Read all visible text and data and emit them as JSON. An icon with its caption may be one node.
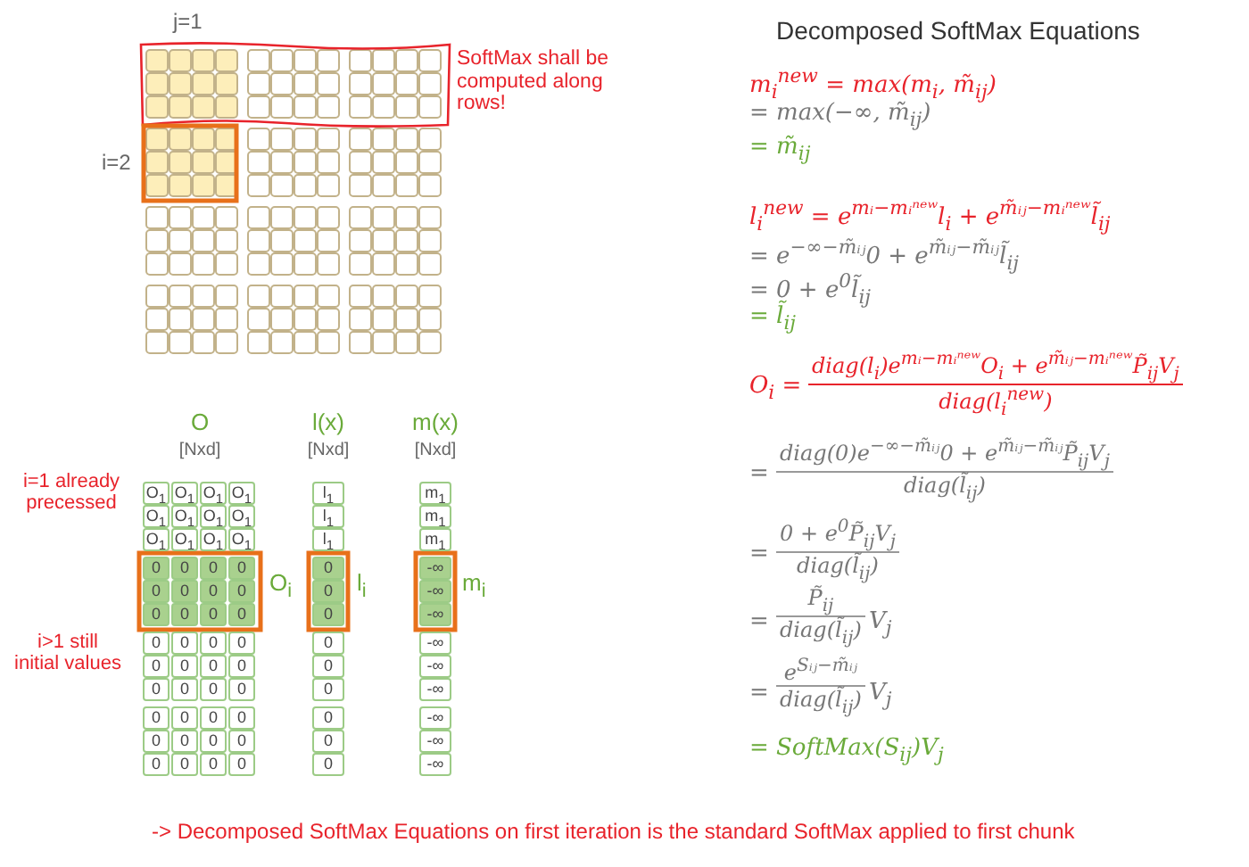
{
  "diagram": {
    "title": "Decomposed SoftMax Equations",
    "caption": "-> Decomposed SoftMax Equations on first iteration is the standard SoftMax applied to first chunk",
    "labels": [
      "j=1",
      "i=2",
      "SoftMax shall be computed along rows!",
      "O",
      "l(x)",
      "m(x)",
      "[Nxd]",
      "[Nxd]",
      "[Nxd]",
      "i=1 already precessed",
      "O$_{1}$",
      "O$_{1}$",
      "O$_{1}$",
      "O$_{1}$",
      "l$_{1}$",
      "m$_{1}$",
      "O$_{1}$",
      "O$_{1}$",
      "O$_{1}$",
      "O$_{1}$",
      "l$_{1}$",
      "m$_{1}$",
      "O$_{1}$",
      "O$_{1}$",
      "O$_{1}$",
      "O$_{1}$",
      "l$_{1}$",
      "m$_{1}$",
      "0",
      "0",
      "0",
      "0",
      "0",
      "-∞",
      "0",
      "0",
      "0",
      "0",
      "0",
      "-∞",
      "0",
      "0",
      "0",
      "0",
      "0",
      "-∞",
      "0",
      "0",
      "0",
      "0",
      "0",
      "-∞",
      "0",
      "0",
      "0",
      "0",
      "0",
      "-∞",
      "0",
      "0",
      "0",
      "0",
      "0",
      "-∞",
      "0",
      "0",
      "0",
      "0",
      "0",
      "-∞",
      "0",
      "0",
      "0",
      "0",
      "0",
      "-∞",
      "0",
      "0",
      "0",
      "0",
      "0",
      "-∞",
      "O$_{i}$",
      "l$_{i}$",
      "m$_{i}$",
      "i>1 still initial values",
      "m$_{i}$$^{new}$ = max(m$_{i}$, m̃$_{ij}$)",
      "= max(−∞, m̃$_{ij}$)",
      "= m̃$_{ij}$",
      "l$_{i}$$^{new}$ = e$^{mᵢ−mᵢⁿᵉʷ}$l$_{i}$ + e$^{m̃ᵢⱼ−mᵢⁿᵉʷ}$l̃$_{ij}$",
      "= e$^{−∞−m̃ᵢⱼ}$0 + e$^{m̃ᵢⱼ−m̃ᵢⱼ}$l̃$_{ij}$",
      "= 0 + e$^{0}$l̃$_{ij}$",
      "= l̃$_{ij}$",
      "O$_{i}$ =",
      "diag(l$_{i}$)e$^{mᵢ−mᵢⁿᵉʷ}$O$_{i}$ + e$^{m̃ᵢⱼ−mᵢⁿᵉʷ}$P̃$_{ij}$V$_{j}$",
      "diag(l$_{i}$$^{new}$)",
      "=",
      "diag(0)e$^{−∞−m̃ᵢⱼ}$0 + e$^{m̃ᵢⱼ−m̃ᵢⱼ}$P̃$_{ij}$V$_{j}$",
      "diag(l̃$_{ij}$)",
      "=",
      "0 + e$^{0}$P̃$_{ij}$V$_{j}$",
      "diag(l̃$_{ij}$)",
      "=",
      "P̃$_{ij}$",
      "diag(l̃$_{ij}$)",
      "V$_{j}$",
      "=",
      "e$^{Sᵢⱼ−m̃ᵢⱼ}$",
      "diag(l̃$_{ij}$)",
      "V$_{j}$",
      "= SoftMax(S$_{ij}$)V$_{j}$"
    ]
  }
}
